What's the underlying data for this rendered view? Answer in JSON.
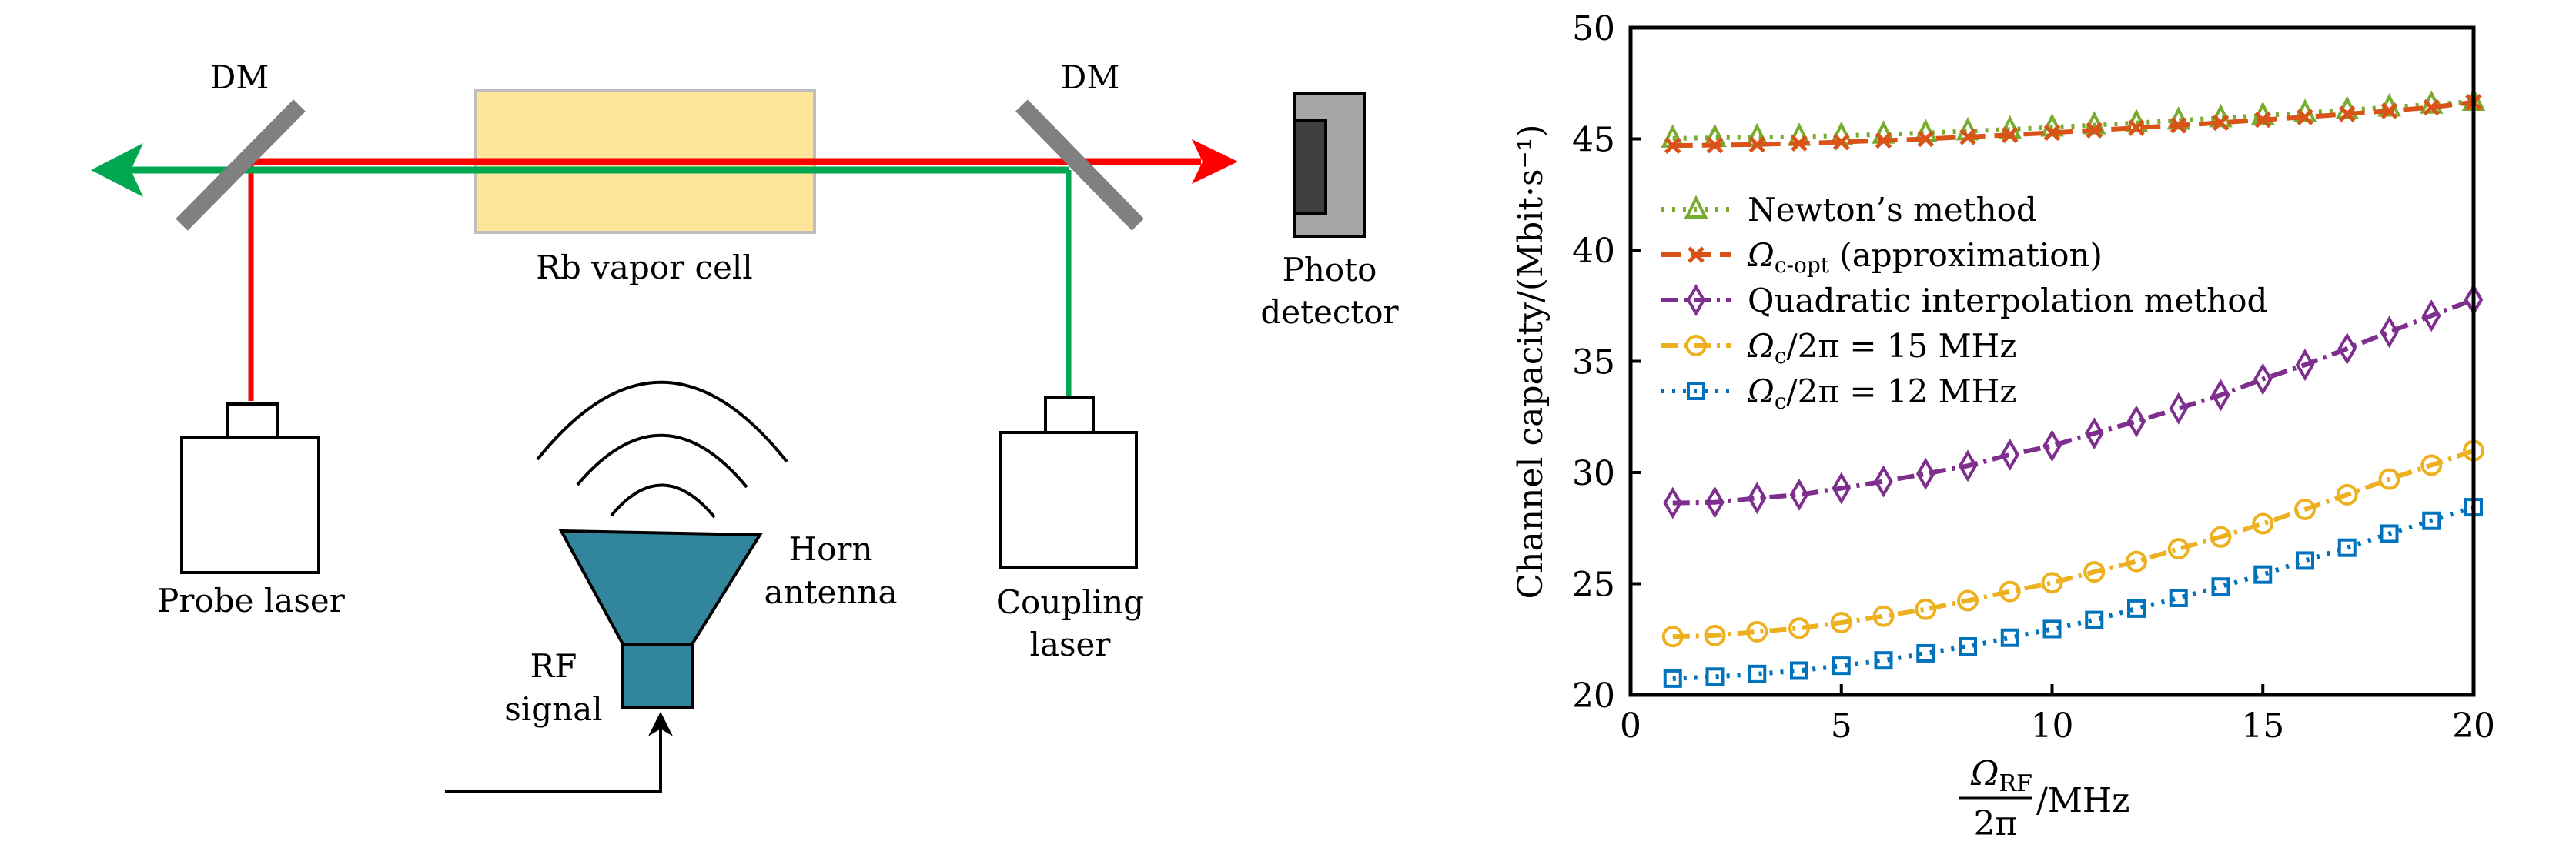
{
  "diagram": {
    "labels": {
      "dm_left": "DM",
      "dm_right": "DM",
      "cell": "Rb vapor cell",
      "photo_line1": "Photo",
      "photo_line2": "detector",
      "probe": "Probe laser",
      "coupling_line1": "Coupling",
      "coupling_line2": "laser",
      "horn_line1": "Horn",
      "horn_line2": "antenna",
      "rf_line1": "RF",
      "rf_line2": "signal"
    },
    "colors": {
      "probe_beam": "#ff0000",
      "coupling_beam": "#00a650",
      "mirror": "#808080",
      "cell_fill": "#fee599",
      "cell_border": "#bfbfbf",
      "detector_body": "#a6a6a6",
      "detector_sensor": "#404040",
      "horn": "#31859c"
    }
  },
  "chart_data": {
    "type": "line",
    "title": "",
    "xlabel": "Ω_RF / 2π / MHz",
    "xlabel_parts": {
      "numerator": "Ω",
      "sub": "RF",
      "denominator": "2π",
      "unit": "/MHz"
    },
    "ylabel": "Channel capacity/(Mbit·s⁻¹)",
    "xlim": [
      0,
      20
    ],
    "ylim": [
      20,
      50
    ],
    "xticks": [
      "0",
      "5",
      "10",
      "15",
      "20"
    ],
    "yticks": [
      "20",
      "25",
      "30",
      "35",
      "40",
      "45",
      "50"
    ],
    "grid": false,
    "legend_position": "center-left",
    "x": [
      1,
      2,
      3,
      4,
      5,
      6,
      7,
      8,
      9,
      10,
      11,
      12,
      13,
      14,
      15,
      16,
      17,
      18,
      19,
      20
    ],
    "series": [
      {
        "name": "Newton's method",
        "legend_main": "Newton’s method",
        "legend_sub": "",
        "legend_rest": "",
        "color": "#77ac30",
        "marker": "triangle",
        "dash": "dotted",
        "values": [
          45.02,
          45.05,
          45.08,
          45.1,
          45.15,
          45.2,
          45.27,
          45.35,
          45.43,
          45.52,
          45.62,
          45.72,
          45.83,
          45.94,
          46.05,
          46.17,
          46.3,
          46.42,
          46.55,
          46.68
        ]
      },
      {
        "name": "Ω_c-opt (approximation)",
        "legend_main": "Ω",
        "legend_sub": "c-opt",
        "legend_rest": " (approximation)",
        "color": "#d95319",
        "marker": "x",
        "dash": "dashed",
        "values": [
          44.7,
          44.72,
          44.75,
          44.8,
          44.86,
          44.93,
          45.0,
          45.09,
          45.18,
          45.28,
          45.39,
          45.5,
          45.61,
          45.73,
          45.86,
          45.98,
          46.12,
          46.26,
          46.42,
          46.65
        ]
      },
      {
        "name": "Quadratic interpolation method",
        "legend_main": "Quadratic interpolation method",
        "legend_sub": "",
        "legend_rest": "",
        "color": "#7e2f8e",
        "marker": "diamond",
        "dash": "dashdot",
        "values": [
          28.63,
          28.66,
          28.85,
          29.0,
          29.29,
          29.6,
          29.94,
          30.3,
          30.8,
          31.2,
          31.76,
          32.3,
          32.88,
          33.48,
          34.2,
          34.84,
          35.57,
          36.32,
          37.05,
          37.77
        ]
      },
      {
        "name": "Ω_c/2π = 15 MHz",
        "legend_main": "Ω",
        "legend_sub": "c",
        "legend_rest": "/2π = 15 MHz",
        "color": "#edb120",
        "marker": "circle",
        "dash": "dashdot",
        "values": [
          22.62,
          22.67,
          22.84,
          23.0,
          23.25,
          23.54,
          23.85,
          24.24,
          24.65,
          25.04,
          25.53,
          26.0,
          26.57,
          27.1,
          27.7,
          28.34,
          29.0,
          29.7,
          30.33,
          30.98
        ]
      },
      {
        "name": "Ω_c/2π = 12 MHz",
        "legend_main": "Ω",
        "legend_sub": "c",
        "legend_rest": "/2π = 12 MHz",
        "color": "#0072bd",
        "marker": "square",
        "dash": "dotted",
        "values": [
          20.73,
          20.82,
          20.94,
          21.09,
          21.31,
          21.55,
          21.87,
          22.18,
          22.57,
          22.96,
          23.37,
          23.88,
          24.36,
          24.87,
          25.41,
          26.04,
          26.62,
          27.25,
          27.83,
          28.44
        ]
      }
    ]
  }
}
